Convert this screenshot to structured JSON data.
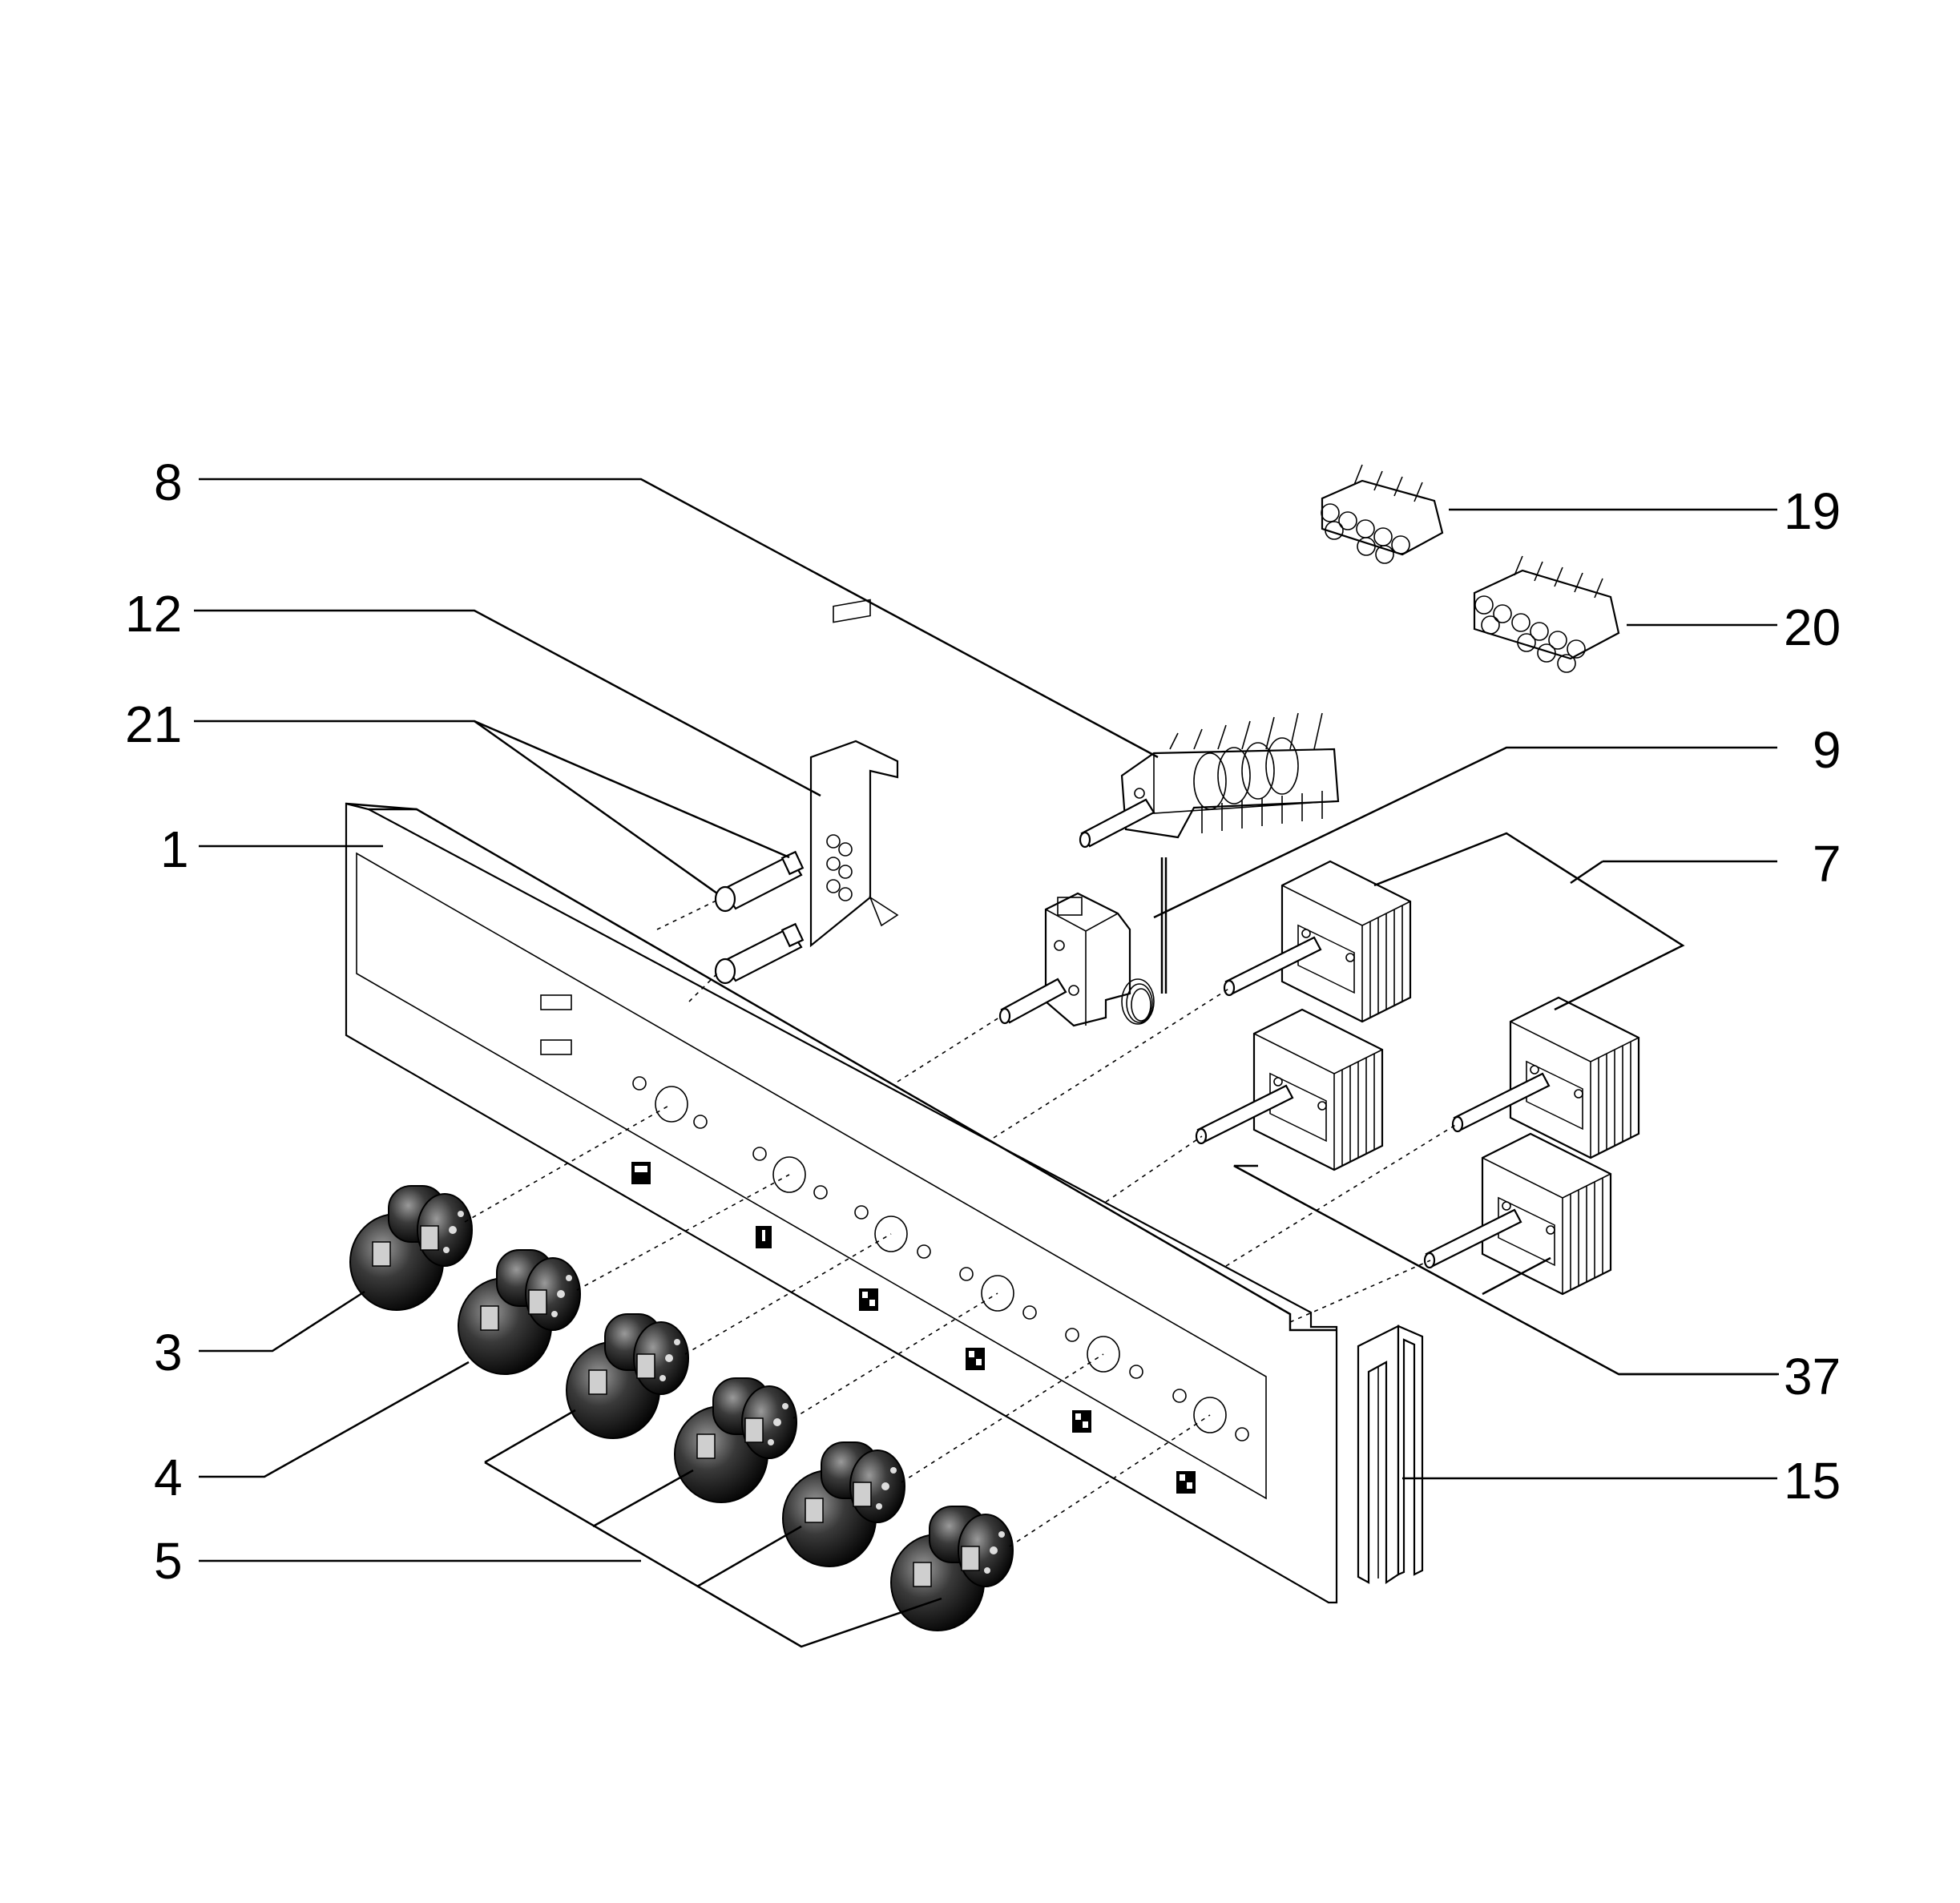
{
  "callouts": [
    {
      "id": "1",
      "text": "1"
    },
    {
      "id": "3",
      "text": "3"
    },
    {
      "id": "4",
      "text": "4"
    },
    {
      "id": "5",
      "text": "5"
    },
    {
      "id": "7",
      "text": "7"
    },
    {
      "id": "8",
      "text": "8"
    },
    {
      "id": "9",
      "text": "9"
    },
    {
      "id": "12",
      "text": "12"
    },
    {
      "id": "15",
      "text": "15"
    },
    {
      "id": "19",
      "text": "19"
    },
    {
      "id": "20",
      "text": "20"
    },
    {
      "id": "21",
      "text": "21"
    },
    {
      "id": "37",
      "text": "37"
    }
  ]
}
